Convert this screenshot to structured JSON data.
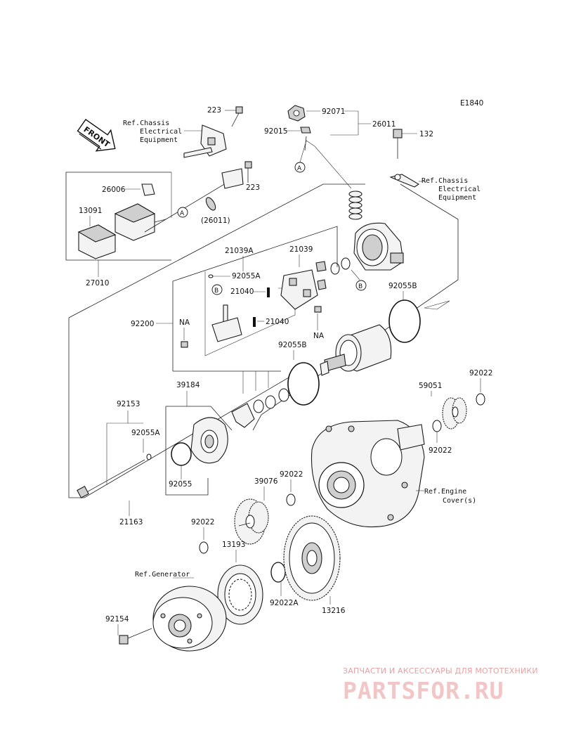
{
  "diagram_code": "E1840",
  "front_label": "FRONT",
  "refs": {
    "chassis_1": [
      "Ref.Chassis",
      "Electrical",
      "Equipment"
    ],
    "chassis_2": [
      "Ref.Chassis",
      "Electrical",
      "Equipment"
    ],
    "engine": [
      "Ref.Engine",
      "Cover(s)"
    ],
    "generator": [
      "Ref.Generator"
    ]
  },
  "parts": {
    "p223a": "223",
    "p223b": "223",
    "p92071": "92071",
    "p26011": "26011",
    "p92015": "92015",
    "p132": "132",
    "p26006": "26006",
    "p13091": "13091",
    "p26011b": "(26011)",
    "p27010": "27010",
    "p21039a": "21039A",
    "p21039": "21039",
    "p92055a": "92055A",
    "p21040a": "21040",
    "p21040b": "21040",
    "p92055b_top": "92055B",
    "p92200": "92200",
    "p92055b": "92055B",
    "p92022a": "92022",
    "p59051": "59051",
    "p92022b": "92022",
    "p39184": "39184",
    "p92153": "92153",
    "p92055a2": "92055A",
    "p92055": "92055",
    "p92022c": "92022",
    "p39076": "39076",
    "p21163": "21163",
    "p92022d": "92022",
    "p13193": "13193",
    "p92022e": "92022A",
    "p13216": "13216",
    "p92154": "92154"
  },
  "markers": {
    "a": "A",
    "b": "B",
    "na": "NA"
  },
  "watermark": {
    "tagline": "ЗАПЧАСТИ И АКСЕССУАРЫ ДЛЯ МОТОТЕХНИКИ",
    "brand": "PARTSFOR.RU",
    "color": "#e9a0a0"
  }
}
